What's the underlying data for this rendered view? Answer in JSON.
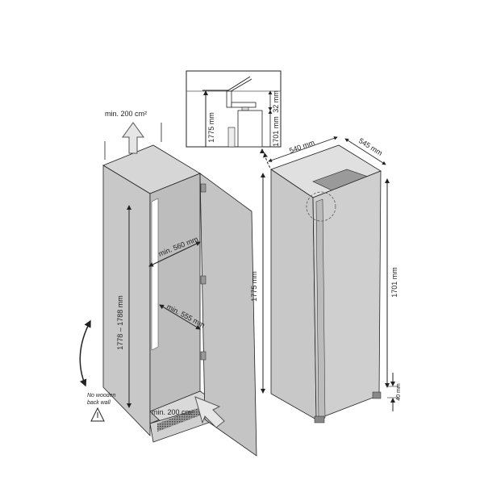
{
  "labels": {
    "vent_top": "min. 200 cm²",
    "vent_bottom": "min. 200 cm²",
    "niche_height": "1778 – 1788 mm",
    "niche_width": "min. 560 mm",
    "niche_depth": "min. 555 mm",
    "no_back_wall_line1": "No wooden",
    "no_back_wall_line2": "back wall",
    "appliance_width": "540 mm",
    "appliance_depth": "545 mm",
    "appliance_height": "1775 mm",
    "body_height": "1701 mm",
    "plinth": "40 mm",
    "detail_total": "1775 mm",
    "detail_gap": "32 mm",
    "detail_body": "1701 mm"
  },
  "colors": {
    "panel": "#c8c8c8",
    "panel_dark": "#b0b0b0",
    "line": "#222222",
    "arrow_fill": "#e6e6e6"
  }
}
